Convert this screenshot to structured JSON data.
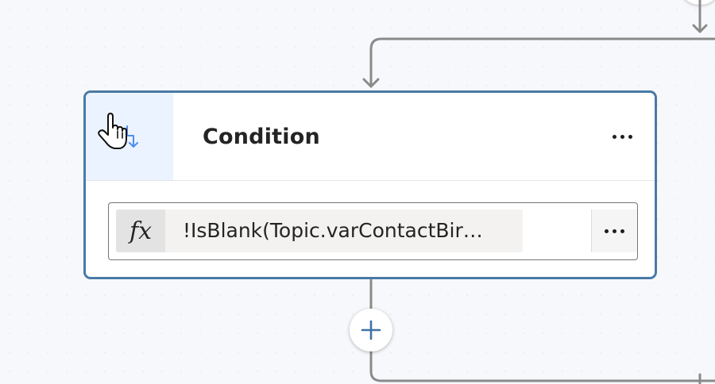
{
  "node": {
    "title": "Condition",
    "icon": "condition-branch-icon",
    "more_icon": "more-horizontal-icon"
  },
  "condition": {
    "fx_label": "fx",
    "expression": "!IsBlank(Topic.varContactBir…",
    "more_icon": "more-horizontal-icon"
  },
  "add_node": {
    "icon": "plus-icon"
  },
  "colors": {
    "accent": "#4a7aa6",
    "connector": "#8a8a8a",
    "icon_blue": "#4f8cf0"
  }
}
